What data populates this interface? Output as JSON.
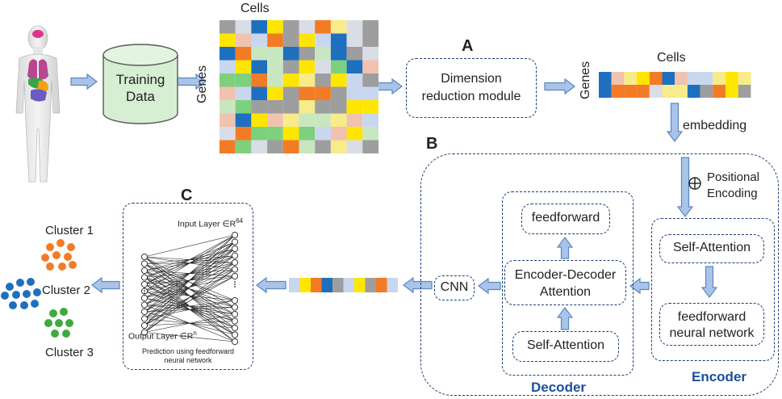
{
  "input": {
    "training_data_label": [
      "Training",
      "Data"
    ]
  },
  "matrix1": {
    "title": "Cells",
    "ylabel": "Genes"
  },
  "module_a": {
    "letter": "A",
    "label": [
      "Dimension",
      "reduction module"
    ]
  },
  "matrix2": {
    "title": "Cells",
    "ylabel": "Genes"
  },
  "embedding_label": "embedding",
  "module_b": {
    "letter": "B",
    "positional": {
      "symbol": "⊕",
      "label": [
        "Positional",
        "Encoding"
      ]
    },
    "encoder": {
      "title": "Encoder",
      "self_attention": "Self-Attention",
      "feedforward": [
        "feedforward",
        "neural network"
      ]
    },
    "decoder": {
      "title": "Decoder",
      "feedforward": "feedforward",
      "enc_dec_attention": [
        "Encoder-Decoder",
        "Attention"
      ],
      "self_attention": "Self-Attention"
    },
    "cnn": "CNN"
  },
  "module_c": {
    "letter": "C",
    "input_layer": "Input Layer ∈R",
    "input_layer_sup": "64",
    "output_layer": "Output Layer ∈R",
    "output_layer_sup": "n",
    "caption": [
      "Prediction using feedforward",
      "neural network"
    ]
  },
  "clusters": [
    {
      "label": "Cluster 1",
      "color": "#f37b26"
    },
    {
      "label": "Cluster 2",
      "color": "#1f6fbf"
    },
    {
      "label": "Cluster 3",
      "color": "#3daa3d"
    }
  ],
  "colors": {
    "dash": "#1f3d77",
    "arrow_fill": "#a9c4e8",
    "arrow_stroke": "#5b86c4",
    "decoder_text": "#1f4e9a",
    "cylinder": "#d6efd3",
    "cell_palette": [
      "#f37b26",
      "#1f6fbf",
      "#ffe600",
      "#7ed07e",
      "#9e9e9e",
      "#d8dde6",
      "#c9d7ee",
      "#f0c2b0",
      "#f7eb8a",
      "#c8e7c1"
    ]
  }
}
